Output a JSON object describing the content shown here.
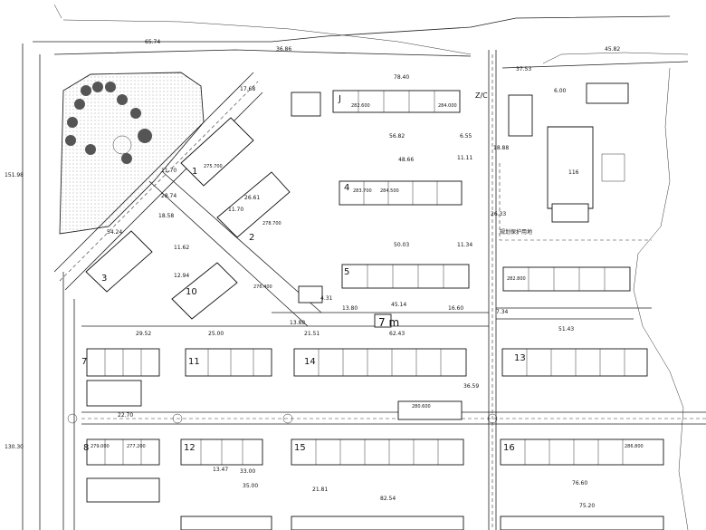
{
  "dimensions": {
    "d1": "65.74",
    "d2": "36.86",
    "d3": "78.40",
    "d4": "37.53",
    "d5": "45.82",
    "d6": "56.82",
    "d7": "48.66",
    "d8": "50.03",
    "d9": "11.11",
    "d10": "18.88",
    "d11": "26.33",
    "d12": "11.34",
    "d13": "13.80",
    "d14": "16.60",
    "d15": "45.14",
    "d16": "51.43",
    "d17": "62.43",
    "d18": "21.51",
    "d19": "25.00",
    "d20": "29.52",
    "d21": "22.70",
    "d22": "13.47",
    "d23": "33.00",
    "d24": "82.54",
    "d25": "76.60",
    "d26": "75.20",
    "d27": "21.81",
    "d28": "151.98",
    "d29": "130.30",
    "d30": "17.68",
    "d31": "11.70",
    "d32": "28.74",
    "d33": "18.58",
    "d34": "54.24",
    "d35": "11.62",
    "d36": "13.88",
    "d37": "7.34",
    "d38": "4.31",
    "d39": "36.59",
    "d40": "35.00",
    "d41": "6.55",
    "d42": "6.00",
    "d43": "11.70",
    "d44": "26.61",
    "d45": "12.94"
  },
  "buildings": {
    "b1": "1",
    "b2": "2",
    "b3": "3",
    "b4": "4",
    "b5": "5",
    "b6": "10",
    "b7": "7",
    "b8": "8",
    "b9": "11",
    "b10": "12",
    "b11": "13",
    "b12": "14",
    "b13": "15",
    "b14": "16",
    "b15": "J",
    "b16": "116"
  },
  "elevations": {
    "e1": "276.400",
    "e2": "278.700",
    "e3": "279.000",
    "e4": "277.200",
    "e5": "283.700",
    "e6": "284.500",
    "e7": "282.600",
    "e8": "284.000",
    "e9": "280.600",
    "e10": "275.700",
    "e11": "286.800",
    "e12": "282.800"
  },
  "labels": {
    "road_mark": "7 m",
    "future_zone": "规划保护用地",
    "misc": "Z/C"
  }
}
